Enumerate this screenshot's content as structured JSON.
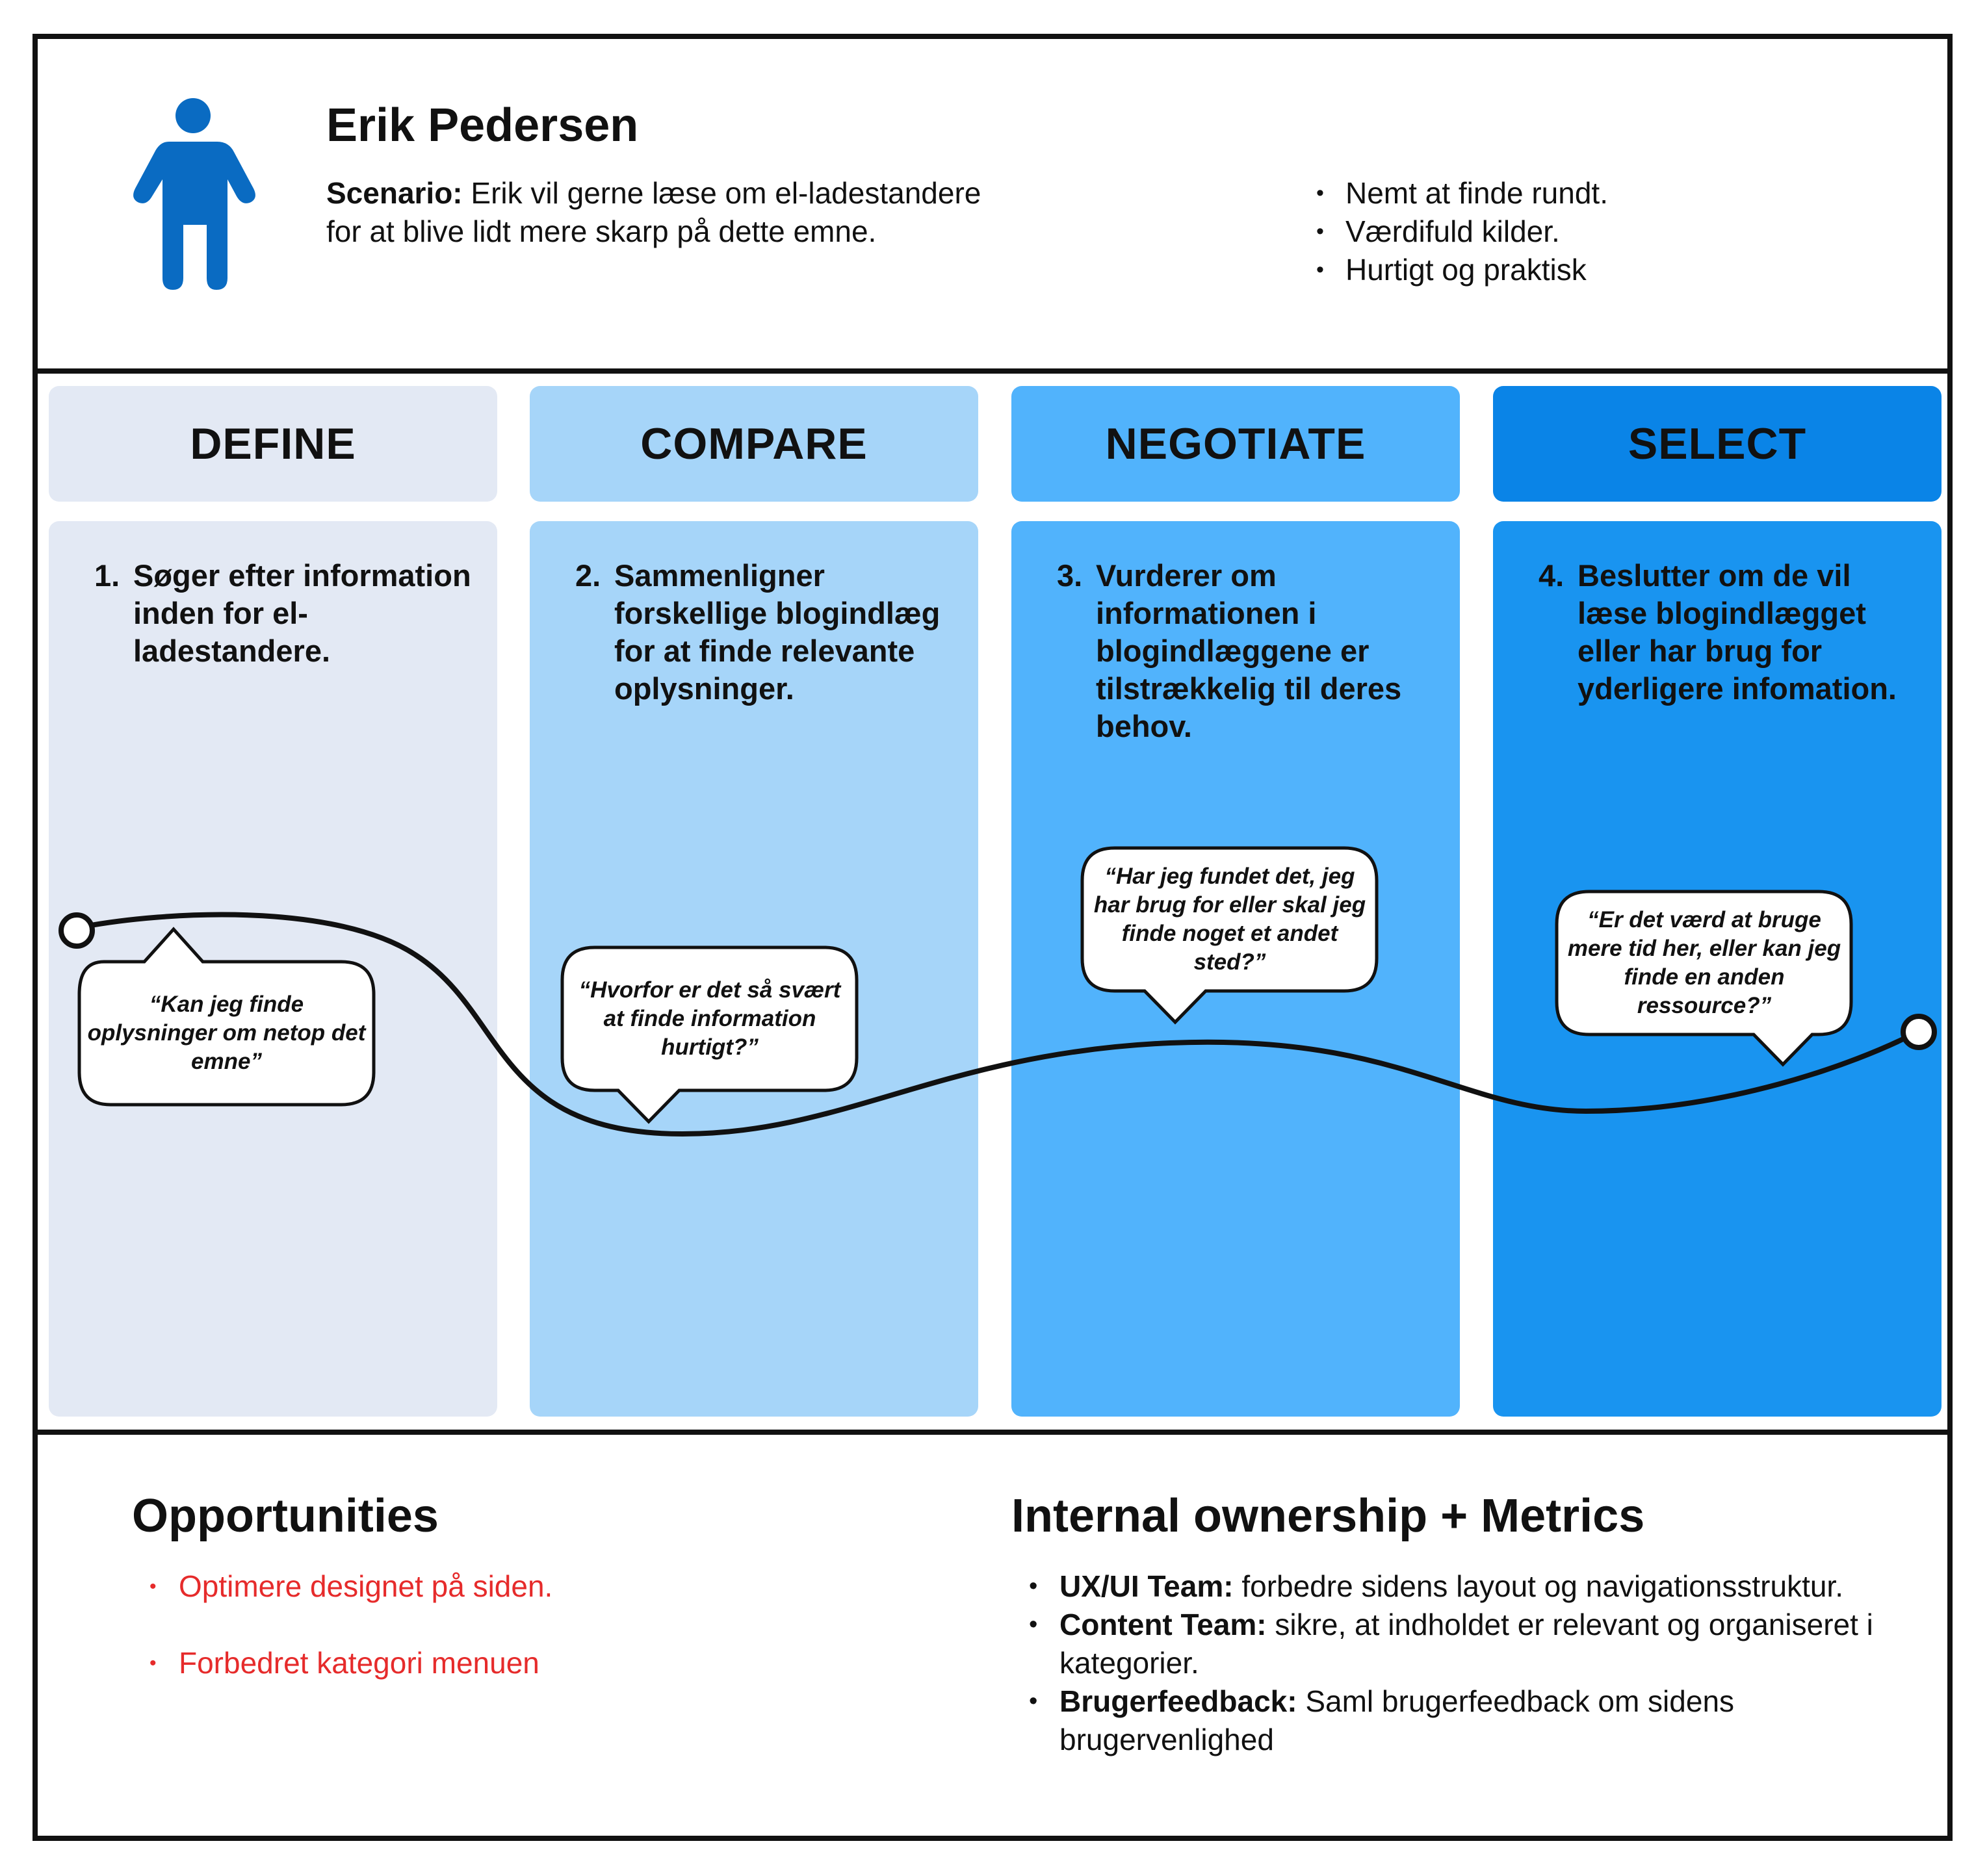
{
  "persona": {
    "name": "Erik Pedersen",
    "scenario_label": "Scenario:",
    "scenario_text": "Erik vil gerne læse om el-ladestandere for at blive lidt mere skarp på dette emne.",
    "goals": [
      "Nemt at finde rundt.",
      "Værdifuld kilder.",
      "Hurtigt og praktisk"
    ],
    "icon": "person-icon",
    "icon_color": "#0a6bc2"
  },
  "stages": [
    {
      "title": "DEFINE",
      "step_number": "1.",
      "step_text": "Søger efter information inden for el-ladestandere.",
      "quote": "“Kan jeg finde oplysninger om netop det emne”",
      "color": "#e3e9f4"
    },
    {
      "title": "COMPARE",
      "step_number": "2.",
      "step_text": "Sammenligner forskellige blogindlæg for at finde relevante oplysninger.",
      "quote": "“Hvorfor er det så svært at finde information hurtigt?”",
      "color": "#a6d5f9"
    },
    {
      "title": "NEGOTIATE",
      "step_number": "3.",
      "step_text": "Vurderer om informationen i blogindlæggene er tilstrækkelig til deres behov.",
      "quote": "“Har jeg fundet det, jeg har brug for eller skal jeg finde noget et andet sted?”",
      "color": "#51b3fc"
    },
    {
      "title": "SELECT",
      "step_number": "4.",
      "step_text": "Beslutter om de vil læse blogindlægget eller har brug for yderligere infomation.",
      "quote": "“Er det værd at bruge mere tid her, eller kan jeg finde en anden ressource?”",
      "color": "#1994f0"
    }
  ],
  "opportunities": {
    "title": "Opportunities",
    "items": [
      "Optimere designet på siden.",
      "Forbedret kategori menuen"
    ],
    "color": "#e62b2b"
  },
  "ownership": {
    "title": "Internal ownership + Metrics",
    "items": [
      {
        "label": "UX/UI Team:",
        "text": "forbedre sidens layout og navigationsstruktur."
      },
      {
        "label": "Content Team:",
        "text": "sikre, at indholdet er relevant og organiseret i kategorier."
      },
      {
        "label": "Brugerfeedback:",
        "text": "Saml brugerfeedback om sidens brugervenlighed"
      }
    ]
  }
}
